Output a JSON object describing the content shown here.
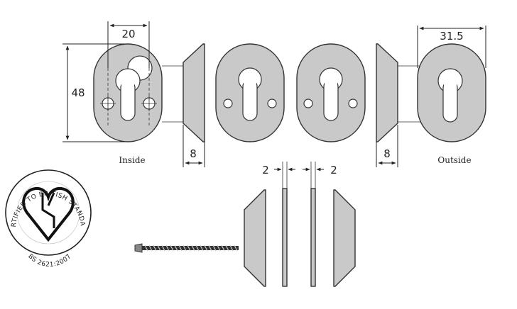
{
  "dimensions": {
    "width_inside": "20",
    "height": "48",
    "depth_inside": "8",
    "width_outside": "31.5",
    "depth_outside": "8",
    "thickness_left": "2",
    "thickness_right": "2"
  },
  "labels": {
    "inside": "Inside",
    "outside": "Outside"
  },
  "certification": {
    "ring_top": "CERTIFIED TO BRITISH STANDARD",
    "ring_bottom": "BS 2621:2007"
  },
  "colors": {
    "plate_fill": "#c9c9c9",
    "outline": "#333333"
  },
  "icons": [
    "kitemark-icon",
    "crosshair-screw-icon",
    "screw-icon"
  ]
}
